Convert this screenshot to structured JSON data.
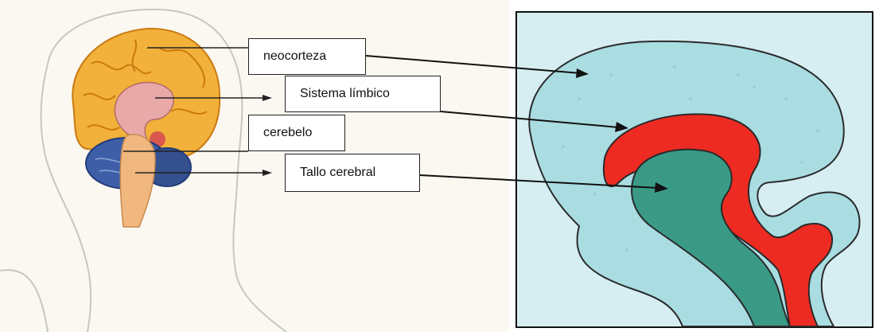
{
  "labels": {
    "neocortex": "neocorteza",
    "limbic": "Sistema límbico",
    "cerebellum": "cerebelo",
    "brainstem": "Tallo cerebral"
  },
  "colors": {
    "neocortex_fill": "#f2b13a",
    "neocortex_dark": "#c97a12",
    "cerebellum_fill": "#3e5fa8",
    "brainstem_fill": "#f0b77e",
    "limbic_pink": "#e8a9a8",
    "right_bg": "#d6eef2",
    "right_outer": "#a9dde2",
    "right_red": "#ee2b22",
    "right_inner": "#3a9a86"
  }
}
